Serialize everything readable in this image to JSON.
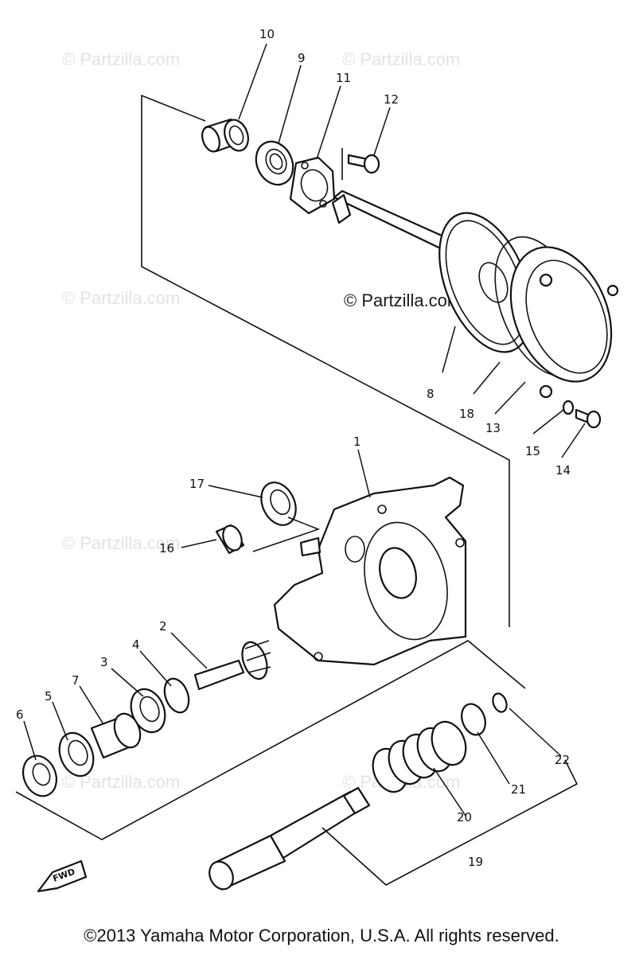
{
  "watermark": {
    "text": "© Partzilla.com",
    "center_text": "© Partzilla.com"
  },
  "callouts": [
    "1",
    "2",
    "3",
    "4",
    "5",
    "6",
    "7",
    "8",
    "9",
    "10",
    "11",
    "12",
    "13",
    "14",
    "15",
    "16",
    "17",
    "18",
    "19",
    "20",
    "21",
    "22"
  ],
  "fwd_label": "FWD",
  "copyright": "©2013  Yamaha Motor Corporation, U.S.A. All rights reserved."
}
